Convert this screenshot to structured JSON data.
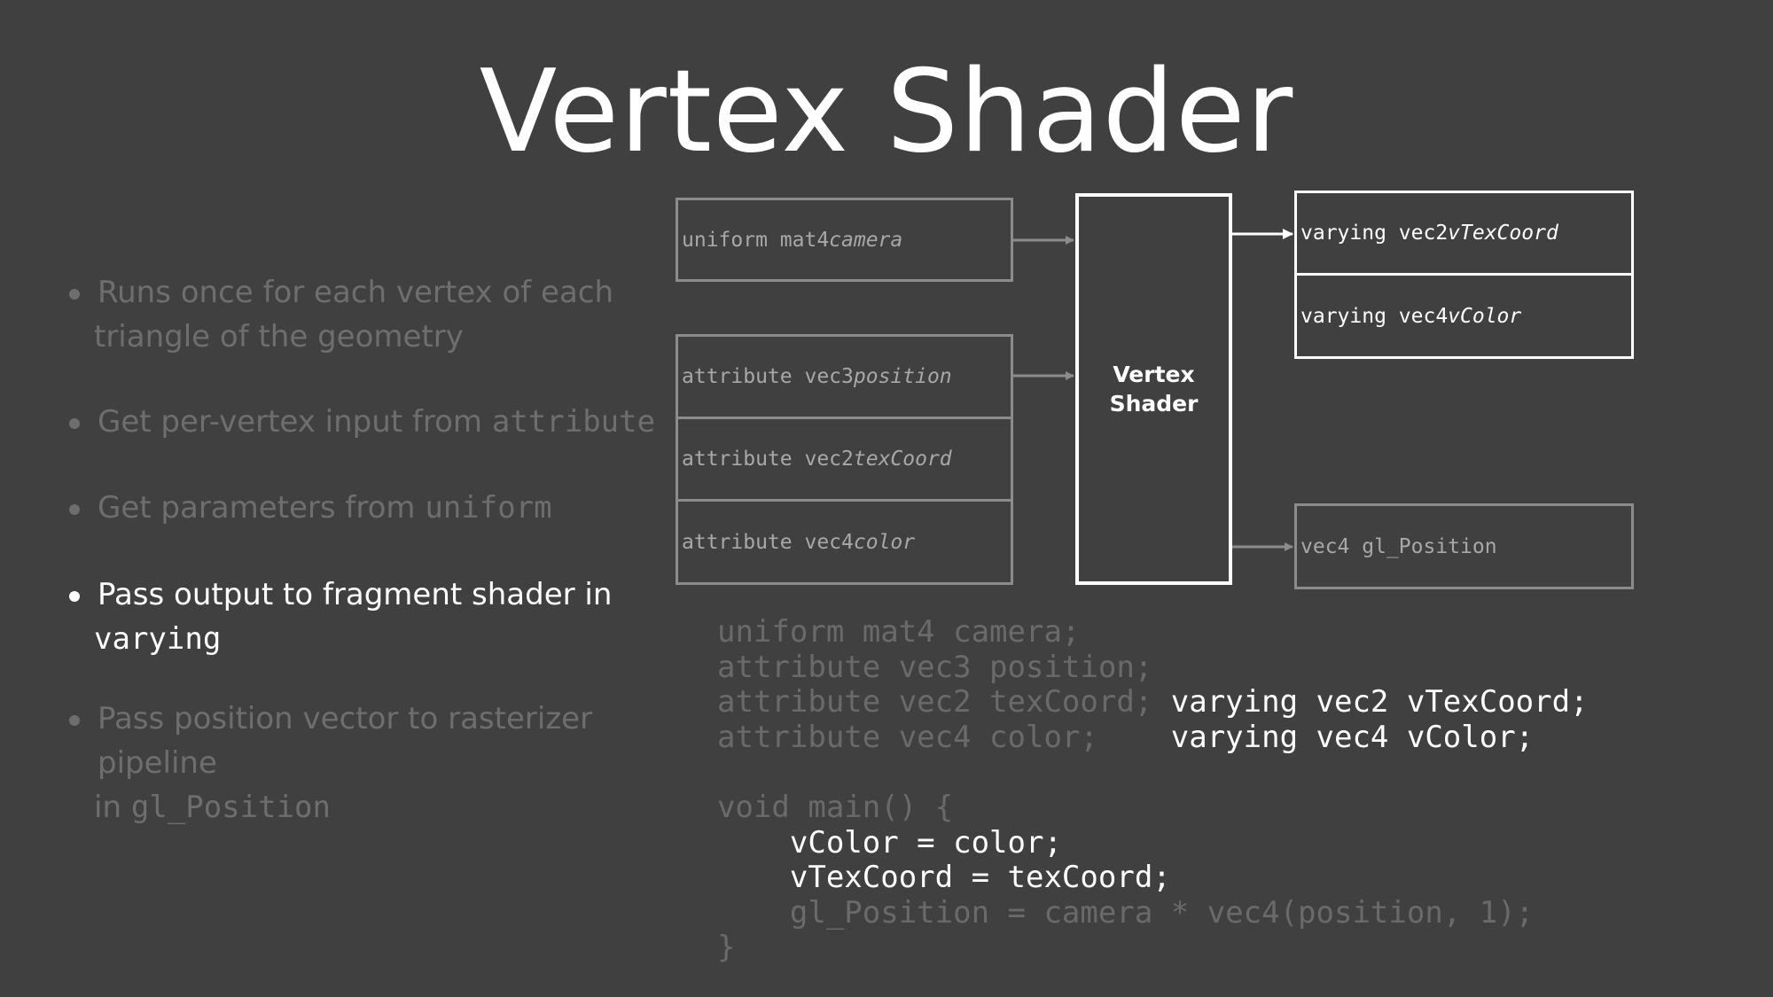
{
  "title": "Vertex Shader",
  "bullets": [
    {
      "text_line1": "Runs once for each vertex of each",
      "text_line2": "triangle of the geometry"
    },
    {
      "text": "Get per-vertex input from ",
      "code": "attribute"
    },
    {
      "text": "Get parameters from ",
      "code": "uniform"
    },
    {
      "text_line1": "Pass output to fragment shader in",
      "code": "varying"
    },
    {
      "text_line1": "Pass position vector to rasterizer pipeline",
      "text_line2_prefix": "in ",
      "code": "gl_Position"
    }
  ],
  "diagram": {
    "inputs": {
      "uniform": {
        "type": "uniform mat4 ",
        "name": "camera"
      },
      "attributes": [
        {
          "type": "attribute vec3 ",
          "name": "position"
        },
        {
          "type": "attribute vec2 ",
          "name": "texCoord"
        },
        {
          "type": "attribute vec4 ",
          "name": "color"
        }
      ]
    },
    "shader_label_line1": "Vertex",
    "shader_label_line2": "Shader",
    "outputs": {
      "varyings": [
        {
          "type": "varying vec2 ",
          "name": "vTexCoord"
        },
        {
          "type": "varying vec4 ",
          "name": "vColor"
        }
      ],
      "position": {
        "text": "vec4 gl_Position"
      }
    }
  },
  "code": {
    "decl_uniform": "uniform mat4 camera;",
    "decl_position": "attribute vec3 position;",
    "decl_texcoord": "attribute vec2 texCoord; ",
    "decl_color": "attribute vec4 color;    ",
    "varying_vtexcoord": "varying vec2 vTexCoord;",
    "varying_vcolor": "varying vec4 vColor;",
    "main_open": "void main() {",
    "indent": "    ",
    "assign_vcolor": "vColor = color;",
    "assign_vtexcoord": "vTexCoord = texCoord;",
    "assign_glposition": "gl_Position = camera * vec4(position, 1);",
    "main_close": "}"
  },
  "colors": {
    "background": "#404040",
    "active": "#ffffff",
    "dim_text": "#6e6e6e",
    "box_border": "#8c8c8c",
    "box_text": "#a8a8a8"
  }
}
